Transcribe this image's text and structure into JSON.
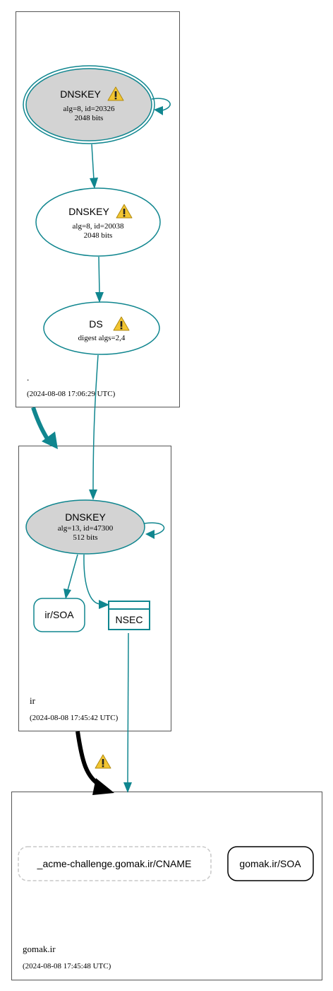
{
  "colors": {
    "teal": "#10868f",
    "zone_border": "#555555",
    "ksk_fill": "#d3d3d3",
    "dashed": "#c8c8c8",
    "warn_fill": "#f2c531",
    "black": "#000000"
  },
  "zones": {
    "root": {
      "name": ".",
      "timestamp": "(2024-08-08 17:06:29 UTC)"
    },
    "ir": {
      "name": "ir",
      "timestamp": "(2024-08-08 17:45:42 UTC)"
    },
    "gomak": {
      "name": "gomak.ir",
      "timestamp": "(2024-08-08 17:45:48 UTC)"
    }
  },
  "nodes": {
    "root_ksk": {
      "title": "DNSKEY",
      "line1": "alg=8, id=20326",
      "line2": "2048 bits",
      "icon": "warning-icon"
    },
    "root_zsk": {
      "title": "DNSKEY",
      "line1": "alg=8, id=20038",
      "line2": "2048 bits",
      "icon": "warning-icon"
    },
    "ir_ds": {
      "title": "DS",
      "line1": "digest algs=2,4",
      "icon": "warning-icon"
    },
    "ir_ksk": {
      "title": "DNSKEY",
      "line1": "alg=13, id=47300",
      "line2": "512 bits"
    },
    "ir_soa": {
      "label": "ir/SOA"
    },
    "ir_nsec": {
      "label": "NSEC"
    },
    "gomak_cname": {
      "label": "_acme-challenge.gomak.ir/CNAME"
    },
    "gomak_soa": {
      "label": "gomak.ir/SOA"
    }
  },
  "edges": {
    "ir_to_gomak_warning": {
      "icon": "warning-icon"
    }
  }
}
